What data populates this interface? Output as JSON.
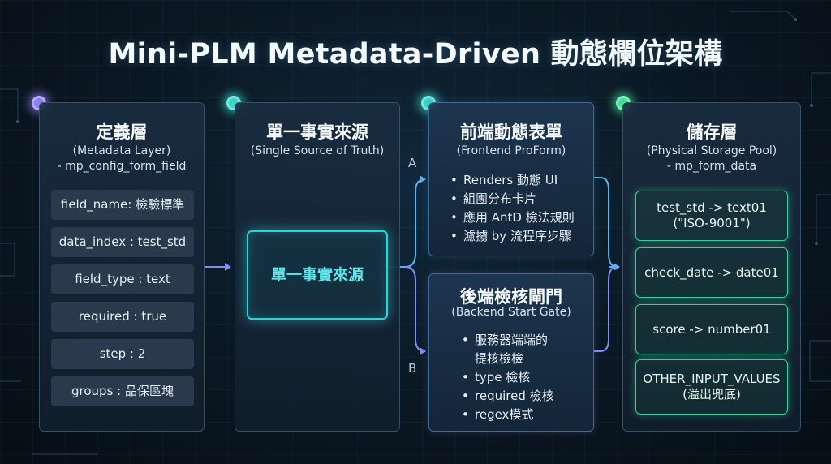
{
  "title": "Mini-PLM Metadata-Driven 動態欄位架構",
  "metadata_layer": {
    "title": "定義層",
    "subtitle_1": "(Metadata Layer)",
    "subtitle_2": "- mp_config_form_field",
    "fields": [
      "field_name: 檢驗標準",
      "data_index : test_std",
      "field_type : text",
      "required : true",
      "step : 2",
      "groups : 品保區塊"
    ]
  },
  "source_of_truth": {
    "title": "單一事實來源",
    "subtitle": "(Single Source of Truth)",
    "box_label": "單一事實來源"
  },
  "branch_labels": {
    "a": "A",
    "b": "B"
  },
  "frontend": {
    "title": "前端動態表單",
    "subtitle": "(Frontend ProForm)",
    "items": [
      "Renders 動態 UI",
      "組團分布卡片",
      "應用 AntD 檢法規則",
      "濾擄 by 流程序步驟"
    ]
  },
  "backend": {
    "title": "後端檢核閘門",
    "subtitle": "(Backend Start Gate)",
    "items": [
      "服務器端端的\n提核檢檢",
      "type 檢核",
      "required 檢核",
      "regex模式"
    ]
  },
  "storage": {
    "title": "儲存層",
    "subtitle_1": "(Physical Storage Pool)",
    "subtitle_2": "- mp_form_data",
    "mappings": [
      {
        "line1": "test_std -> text01",
        "line2": "(\"ISO-9001\")"
      },
      {
        "line1": "check_date -> date01",
        "line2": ""
      },
      {
        "line1": "score -> number01",
        "line2": ""
      },
      {
        "line1": "OTHER_INPUT_VALUES",
        "line2": "(溢出兜底)"
      }
    ]
  },
  "colors": {
    "accent_teal": "#2fd3d6",
    "accent_green": "#2fd39a",
    "accent_purple": "#8d7cf0",
    "arrow_blue": "#4f8de8"
  }
}
